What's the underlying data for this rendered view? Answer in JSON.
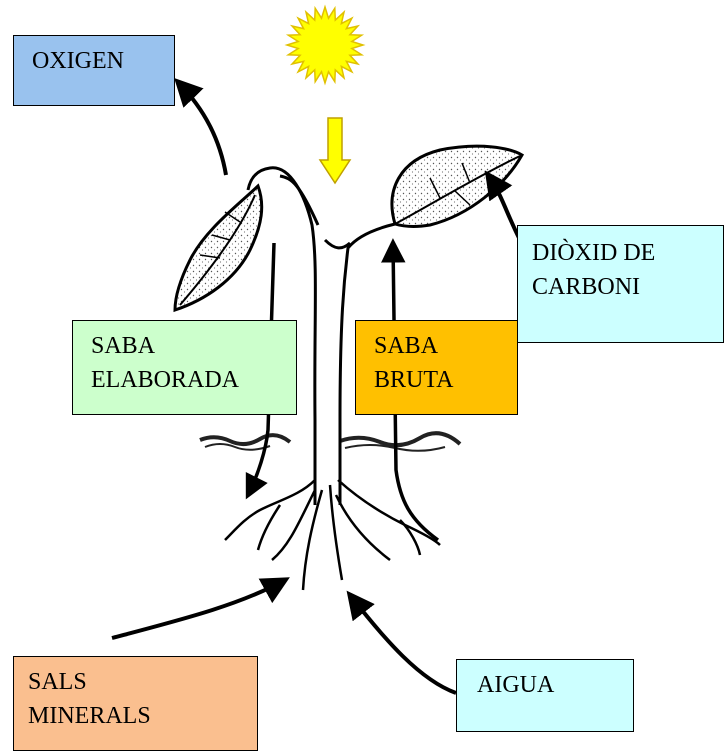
{
  "labels": {
    "oxigen": {
      "text": "OXIGEN",
      "color": "#99c2ee"
    },
    "dioxid": {
      "line1": "DIÒXID DE",
      "line2": "CARBONI",
      "color": "#ccffff"
    },
    "saba_elaborada": {
      "line1": "SABA",
      "line2": "ELABORADA",
      "color": "#ccffcc"
    },
    "saba_bruta": {
      "line1": "SABA",
      "line2": "BRUTA",
      "color": "#ffc000"
    },
    "sals_minerals": {
      "line1": "SALS",
      "line2": "MINERALS",
      "color": "#fabf8f"
    },
    "aigua": {
      "text": "AIGUA",
      "color": "#ccffff"
    }
  },
  "sun": {
    "color": "#ffff00",
    "stroke": "#e0c000"
  },
  "sun_arrow": {
    "color": "#ffff00",
    "stroke": "#c0a000"
  }
}
